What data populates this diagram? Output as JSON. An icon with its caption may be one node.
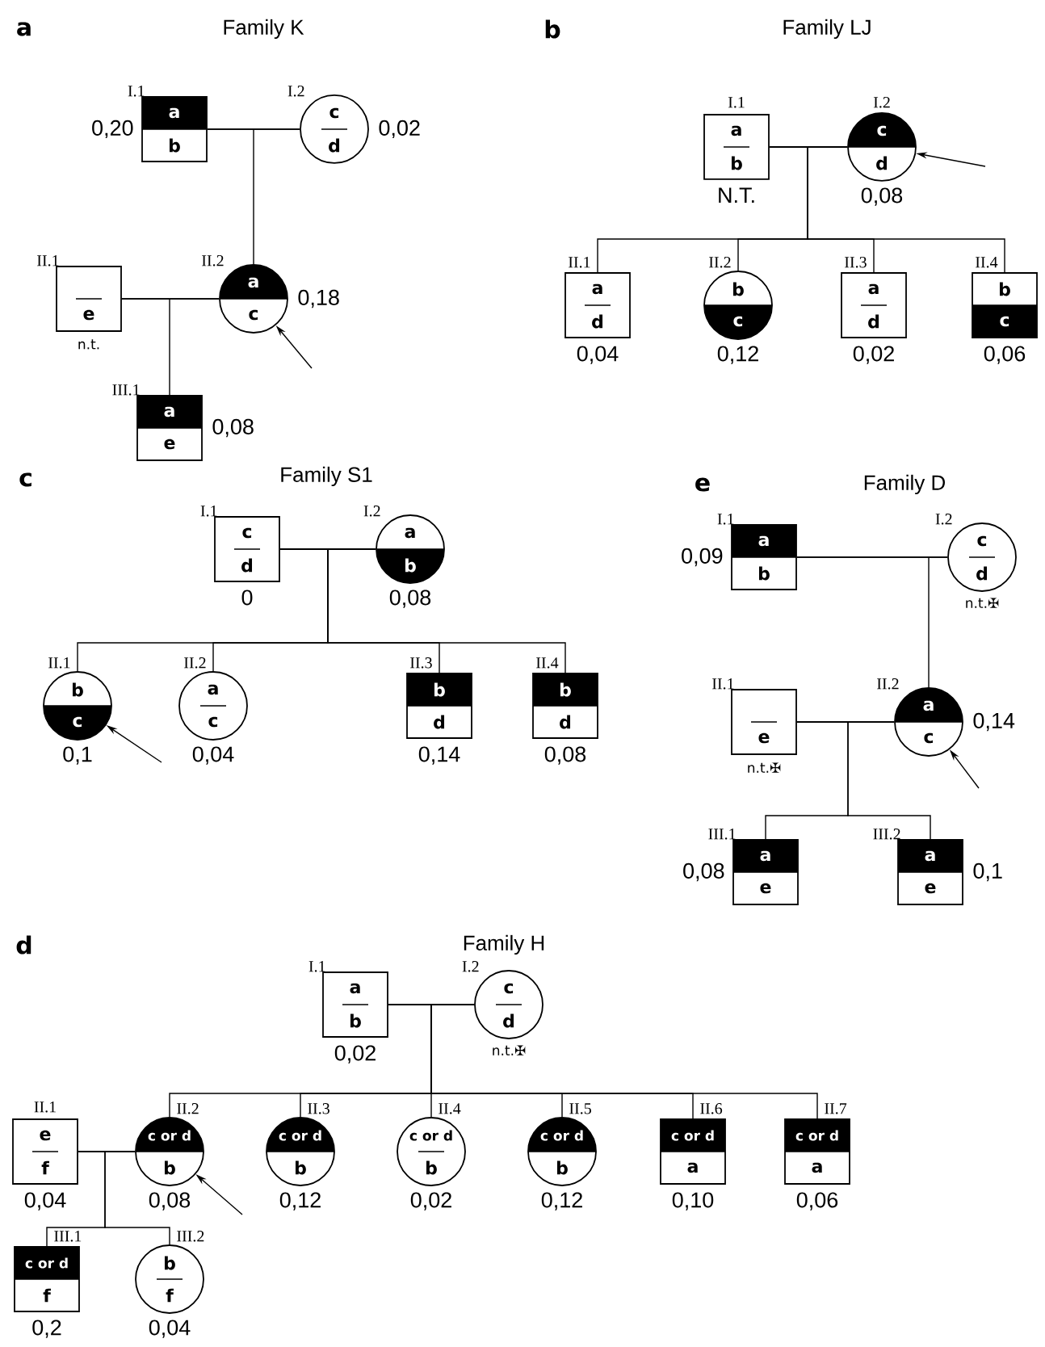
{
  "diagram": {
    "nodes": [
      {
        "text": [
          "a",
          "b"
        ],
        "beside": [
          "I.1",
          "0,20"
        ]
      },
      {
        "text": [
          "c",
          "d"
        ],
        "beside": [
          "I.2",
          "0,02"
        ]
      },
      {
        "text": [
          "e"
        ],
        "beside": [
          "II.1",
          "n.t."
        ]
      },
      {
        "text": [
          "a",
          "c"
        ],
        "beside": [
          "II.2",
          "0,18"
        ]
      },
      {
        "text": [
          "a",
          "e"
        ],
        "beside": [
          "III.1",
          "0,08"
        ]
      },
      {
        "text": [
          "a",
          "b"
        ],
        "beside": [
          "I.1",
          "N.T."
        ]
      },
      {
        "text": [
          "c",
          "d"
        ],
        "beside": [
          "I.2",
          "0,08"
        ]
      },
      {
        "text": [
          "a",
          "d"
        ],
        "beside": [
          "II.1",
          "0,04"
        ]
      },
      {
        "text": [
          "b",
          "c"
        ],
        "beside": [
          "II.2",
          "0,12"
        ]
      },
      {
        "text": [
          "a",
          "d"
        ],
        "beside": [
          "II.3",
          "0,02"
        ]
      },
      {
        "text": [
          "b",
          "c"
        ],
        "beside": [
          "II.4",
          "0,06"
        ]
      },
      {
        "text": [
          "c",
          "d"
        ],
        "beside": [
          "I.1",
          "0"
        ]
      },
      {
        "text": [
          "a",
          "b"
        ],
        "beside": [
          "I.2",
          "0,08"
        ]
      },
      {
        "text": [
          "b",
          "c"
        ],
        "beside": [
          "II.1",
          "0,1"
        ]
      },
      {
        "text": [
          "a",
          "c"
        ],
        "beside": [
          "II.2",
          "0,04"
        ]
      },
      {
        "text": [
          "b",
          "d"
        ],
        "beside": [
          "II.3",
          "0,14"
        ]
      },
      {
        "text": [
          "b",
          "d"
        ],
        "beside": [
          "II.4",
          "0,08"
        ]
      },
      {
        "text": [
          "a",
          "b"
        ],
        "beside": [
          "I.1",
          "0,09"
        ]
      },
      {
        "text": [
          "c",
          "d"
        ],
        "beside": [
          "I.2",
          "n.t.✠"
        ]
      },
      {
        "text": [
          "e"
        ],
        "beside": [
          "II.1",
          "n.t.✠"
        ]
      },
      {
        "text": [
          "a",
          "c"
        ],
        "beside": [
          "II.2",
          "0,14"
        ]
      },
      {
        "text": [
          "a",
          "e"
        ],
        "beside": [
          "III.1",
          "0,08"
        ]
      },
      {
        "text": [
          "a",
          "e"
        ],
        "beside": [
          "III.2",
          "0,1"
        ]
      },
      {
        "text": [
          "a",
          "b"
        ],
        "beside": [
          "I.1",
          "0,02"
        ]
      },
      {
        "text": [
          "c",
          "d"
        ],
        "beside": [
          "I.2",
          "n.t.✠"
        ]
      },
      {
        "text": [
          "e",
          "f"
        ],
        "beside": [
          "II.1",
          "0,04"
        ]
      },
      {
        "text": [
          "c or d",
          "b"
        ],
        "beside": [
          "II.2",
          "0,08"
        ]
      },
      {
        "text": [
          "c or d",
          "b"
        ],
        "beside": [
          "II.3",
          "0,12"
        ]
      },
      {
        "text": [
          "c or d",
          "b"
        ],
        "beside": [
          "II.4",
          "0,02"
        ]
      },
      {
        "text": [
          "c or d",
          "b"
        ],
        "beside": [
          "II.5",
          "0,12"
        ]
      },
      {
        "text": [
          "c or d",
          "a"
        ],
        "beside": [
          "II.6",
          "0,10"
        ]
      },
      {
        "text": [
          "c or d",
          "a"
        ],
        "beside": [
          "II.7",
          "0,06"
        ]
      },
      {
        "text": [
          "c or d",
          "f"
        ],
        "beside": [
          "III.1",
          "0,2"
        ]
      },
      {
        "text": [
          "b",
          "f"
        ],
        "beside": [
          "III.2",
          "0,04"
        ]
      }
    ],
    "edges": [
      {
        "from": 0,
        "to": 1,
        "arrow": "none"
      },
      {
        "from": 0,
        "to": 3,
        "arrow": "none"
      },
      {
        "from": 1,
        "to": 3,
        "arrow": "none"
      },
      {
        "from": 2,
        "to": 3,
        "arrow": "none"
      },
      {
        "from": 2,
        "to": 4,
        "arrow": "none"
      },
      {
        "from": 3,
        "to": 4,
        "arrow": "none"
      },
      {
        "from": null,
        "to": 3,
        "arrow": "to"
      },
      {
        "from": 5,
        "to": 6,
        "arrow": "none"
      },
      {
        "from": 5,
        "to": 7,
        "arrow": "none"
      },
      {
        "from": 6,
        "to": 7,
        "arrow": "none"
      },
      {
        "from": 5,
        "to": 8,
        "arrow": "none"
      },
      {
        "from": 6,
        "to": 8,
        "arrow": "none"
      },
      {
        "from": 5,
        "to": 9,
        "arrow": "none"
      },
      {
        "from": 6,
        "to": 9,
        "arrow": "none"
      },
      {
        "from": 5,
        "to": 10,
        "arrow": "none"
      },
      {
        "from": 6,
        "to": 10,
        "arrow": "none"
      },
      {
        "from": null,
        "to": 6,
        "arrow": "to"
      },
      {
        "from": 11,
        "to": 12,
        "arrow": "none"
      },
      {
        "from": 11,
        "to": 13,
        "arrow": "none"
      },
      {
        "from": 12,
        "to": 13,
        "arrow": "none"
      },
      {
        "from": 11,
        "to": 14,
        "arrow": "none"
      },
      {
        "from": 12,
        "to": 14,
        "arrow": "none"
      },
      {
        "from": 11,
        "to": 15,
        "arrow": "none"
      },
      {
        "from": 12,
        "to": 15,
        "arrow": "none"
      },
      {
        "from": 11,
        "to": 16,
        "arrow": "none"
      },
      {
        "from": 12,
        "to": 16,
        "arrow": "none"
      },
      {
        "from": null,
        "to": 13,
        "arrow": "to"
      },
      {
        "from": 17,
        "to": 18,
        "arrow": "none"
      },
      {
        "from": 17,
        "to": 20,
        "arrow": "none"
      },
      {
        "from": 18,
        "to": 20,
        "arrow": "none"
      },
      {
        "from": 19,
        "to": 20,
        "arrow": "none"
      },
      {
        "from": 19,
        "to": 21,
        "arrow": "none"
      },
      {
        "from": 20,
        "to": 21,
        "arrow": "none"
      },
      {
        "from": 19,
        "to": 22,
        "arrow": "none"
      },
      {
        "from": 20,
        "to": 22,
        "arrow": "none"
      },
      {
        "from": null,
        "to": 20,
        "arrow": "to"
      },
      {
        "from": 23,
        "to": 24,
        "arrow": "none"
      },
      {
        "from": 23,
        "to": 26,
        "arrow": "none"
      },
      {
        "from": 24,
        "to": 26,
        "arrow": "none"
      },
      {
        "from": 23,
        "to": 27,
        "arrow": "none"
      },
      {
        "from": 24,
        "to": 27,
        "arrow": "none"
      },
      {
        "from": 23,
        "to": 28,
        "arrow": "none"
      },
      {
        "from": 24,
        "to": 28,
        "arrow": "none"
      },
      {
        "from": 23,
        "to": 29,
        "arrow": "none"
      },
      {
        "from": 24,
        "to": 29,
        "arrow": "none"
      },
      {
        "from": 23,
        "to": 30,
        "arrow": "none"
      },
      {
        "from": 24,
        "to": 30,
        "arrow": "none"
      },
      {
        "from": 23,
        "to": 31,
        "arrow": "none"
      },
      {
        "from": 24,
        "to": 31,
        "arrow": "none"
      },
      {
        "from": 25,
        "to": 26,
        "arrow": "none"
      },
      {
        "from": 25,
        "to": 32,
        "arrow": "none"
      },
      {
        "from": 26,
        "to": 32,
        "arrow": "none"
      },
      {
        "from": 25,
        "to": 33,
        "arrow": "none"
      },
      {
        "from": 26,
        "to": 33,
        "arrow": "none"
      },
      {
        "from": null,
        "to": 26,
        "arrow": "to"
      }
    ],
    "labels": [
      "a",
      "Family K",
      "b",
      "Family LJ",
      "c",
      "Family S1",
      "e",
      "Family D",
      "d",
      "Family H"
    ]
  }
}
